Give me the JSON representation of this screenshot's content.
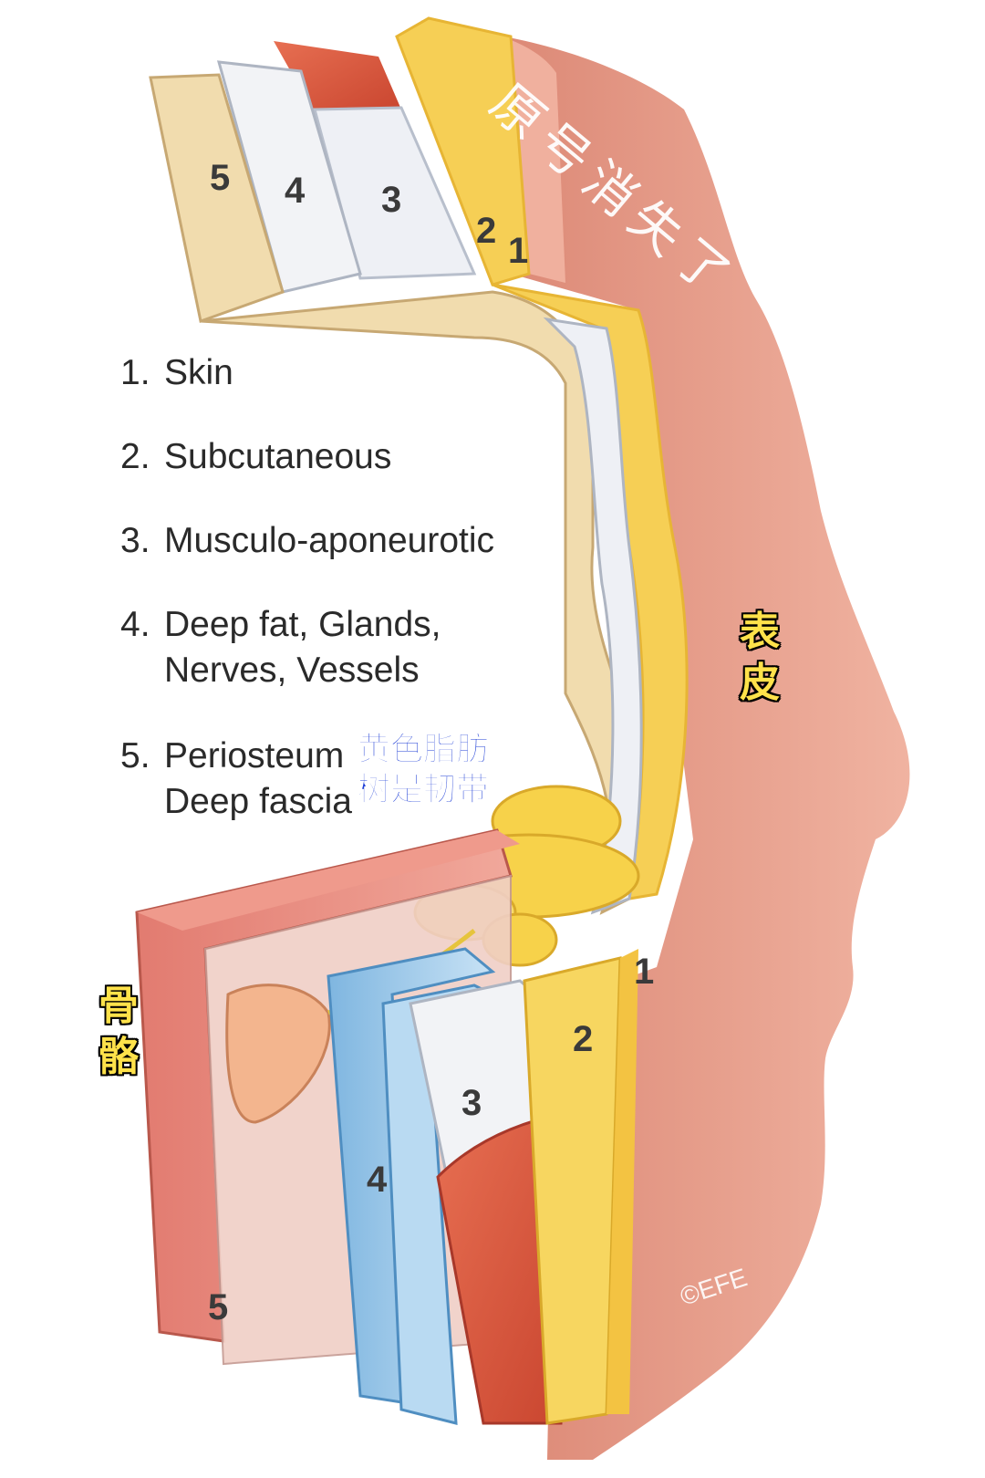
{
  "legend": {
    "items": [
      {
        "num": "1.",
        "text": "Skin"
      },
      {
        "num": "2.",
        "text": "Subcutaneous"
      },
      {
        "num": "3.",
        "text": "Musculo-aponeurotic"
      },
      {
        "num": "4.",
        "text": "Deep fat, Glands,",
        "cont": "Nerves, Vessels"
      },
      {
        "num": "5.",
        "text": "Periosteum",
        "cont": "Deep fascia"
      }
    ]
  },
  "annotations": {
    "blue_line1": "黄色脂肪",
    "blue_line2": "树是韧带",
    "epidermis_1": "表",
    "epidermis_2": "皮",
    "bone_1": "骨",
    "bone_2": "骼",
    "handwritten": "原号消失了"
  },
  "layer_numbers": {
    "top": [
      "5",
      "4",
      "3",
      "2",
      "1"
    ],
    "bottom": [
      "1",
      "2",
      "3",
      "4",
      "5"
    ]
  },
  "copyright": "©EFE",
  "colors": {
    "skin": "#e8a08c",
    "fat": "#f5c84a",
    "muscle": "#e0654a",
    "fascia": "#e9ecf2",
    "periosteum": "#f1dcae",
    "vessel": "#9cc8e8",
    "bone": "#e9857a",
    "gland": "#f3b58e"
  }
}
